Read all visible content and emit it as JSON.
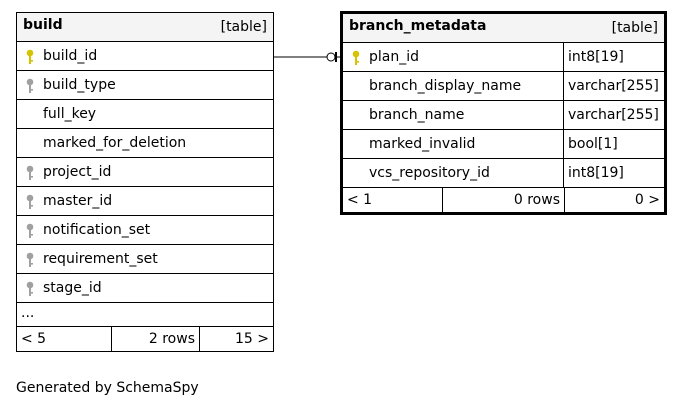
{
  "tables": {
    "build": {
      "name": "build",
      "kind": "[table]",
      "columns": [
        {
          "name": "build_id",
          "key": "primary"
        },
        {
          "name": "build_type",
          "key": "foreign"
        },
        {
          "name": "full_key",
          "key": "none"
        },
        {
          "name": "marked_for_deletion",
          "key": "none"
        },
        {
          "name": "project_id",
          "key": "foreign"
        },
        {
          "name": "master_id",
          "key": "foreign"
        },
        {
          "name": "notification_set",
          "key": "foreign"
        },
        {
          "name": "requirement_set",
          "key": "foreign"
        },
        {
          "name": "stage_id",
          "key": "foreign"
        }
      ],
      "ellipsis": "...",
      "footer": {
        "parents": "< 5",
        "rows": "2 rows",
        "children": "15 >"
      }
    },
    "branch_metadata": {
      "name": "branch_metadata",
      "kind": "[table]",
      "columns": [
        {
          "name": "plan_id",
          "type": "int8[19]",
          "key": "primary"
        },
        {
          "name": "branch_display_name",
          "type": "varchar[255]",
          "key": "none"
        },
        {
          "name": "branch_name",
          "type": "varchar[255]",
          "key": "none"
        },
        {
          "name": "marked_invalid",
          "type": "bool[1]",
          "key": "none"
        },
        {
          "name": "vcs_repository_id",
          "type": "int8[19]",
          "key": "none"
        }
      ],
      "footer": {
        "parents": "< 1",
        "rows": "0 rows",
        "children": "0 >"
      }
    }
  },
  "colors": {
    "primary_key": "#d4c400",
    "foreign_key": "#a0a0a0",
    "header_bg": "#f4f4f4"
  },
  "credit": "Generated by SchemaSpy"
}
